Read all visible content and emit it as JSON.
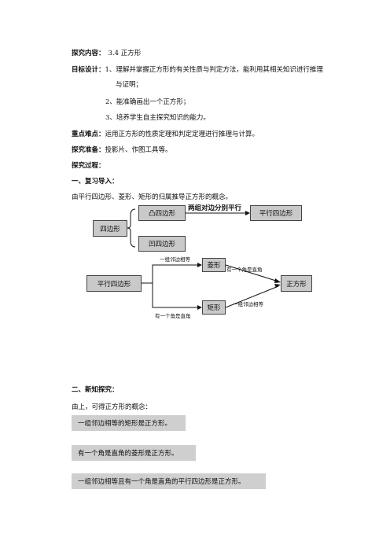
{
  "header": {
    "content_label": "探究内容：",
    "content_value": "3.4  正方形",
    "goal_label": "目标设计：",
    "goal_1a": "1、理解并掌握正方形的有关性质与判定方法，能利用其相关知识进行推理",
    "goal_1b": "与证明；",
    "goal_2": "2、能准确画出一个正方形；",
    "goal_3": "3、培养学生自主探究知识的能力。",
    "key_label": "重点难点：",
    "key_value": "运用正方形的性质定理和判定定理进行推理与计算。",
    "prep_label": "探究准备：",
    "prep_value": "投影片、作图工具等。",
    "process_label": "探究过程："
  },
  "section1": {
    "title": "一、复习导入：",
    "intro": "由平行四边形、菱形、矩形的归属推导正方形的概念。"
  },
  "diagram1": {
    "root": "四边形",
    "convex": "凸四边形",
    "concave": "凹四边形",
    "condition": "两组对边分别平行",
    "result": "平行四边形"
  },
  "diagram2": {
    "start": "平行四边形",
    "rhombus": "菱形",
    "rectangle": "矩形",
    "square": "正方形",
    "label_adjacent_equal_top": "一组邻边相等",
    "label_right_angle_top": "有一个角是直角",
    "label_right_angle_bottom": "有一个角是直角",
    "label_adjacent_equal_bottom": "一组邻边相等"
  },
  "section2": {
    "title": "二、新知探究：",
    "intro": "由上，可得正方形的概念：",
    "concepts": [
      "一组邻边相等的矩形是正方形。",
      "有一个角是直角的菱形是正方形。",
      "一组邻边相等且有一个角是直角的平行四边形是正方形。"
    ]
  }
}
